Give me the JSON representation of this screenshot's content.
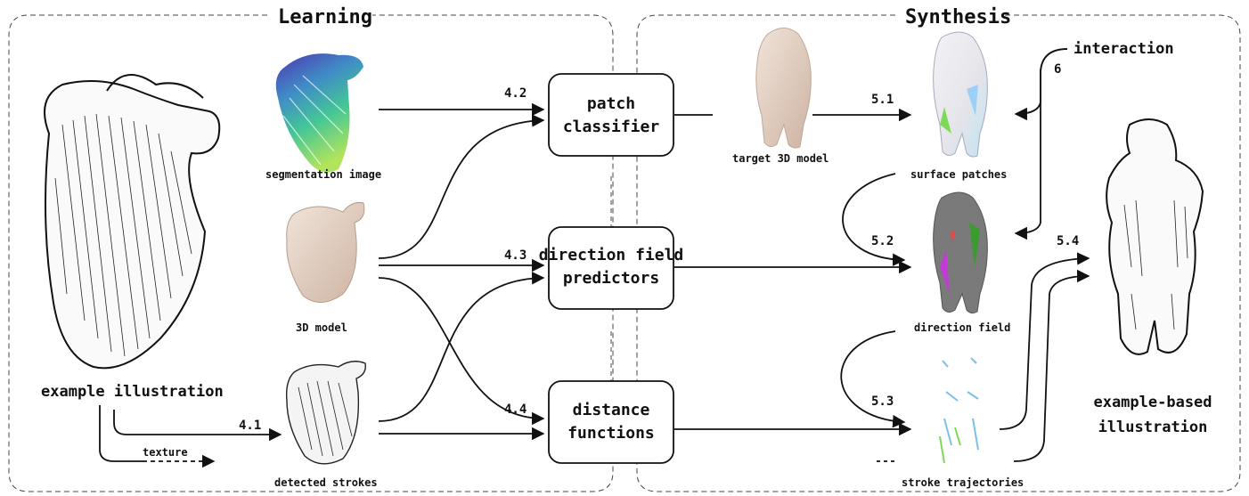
{
  "sections": {
    "learning": "Learning",
    "synthesis": "Synthesis"
  },
  "boxes": {
    "patch_line1": "patch",
    "patch_line2": "classifier",
    "dir_line1": "direction field",
    "dir_line2": "predictors",
    "dist_line1": "distance",
    "dist_line2": "functions"
  },
  "labels": {
    "example_illustration": "example illustration",
    "segmentation_image": "segmentation image",
    "model_3d": "3D model",
    "detected_strokes": "detected strokes",
    "texture": "texture",
    "target_3d_model": "target 3D model",
    "surface_patches": "surface patches",
    "direction_field": "direction field",
    "stroke_trajectories": "stroke trajectories",
    "interaction": "interaction",
    "result_line1": "example-based",
    "result_line2": "illustration"
  },
  "steps": {
    "s41": "4.1",
    "s42": "4.2",
    "s43": "4.3",
    "s44": "4.4",
    "s51": "5.1",
    "s52": "5.2",
    "s53": "5.3",
    "s54": "5.4",
    "s6": "6"
  },
  "colors": {
    "segmentation": [
      "#3b1fa8",
      "#2a7fc0",
      "#2fc08a",
      "#a8e04a"
    ],
    "skin": "#dcc7b8",
    "direction_gray": "#7a7a7a"
  }
}
